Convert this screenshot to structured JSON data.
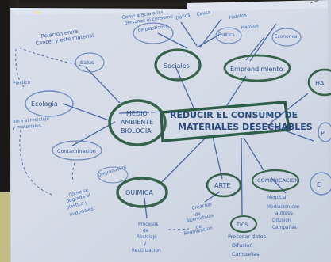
{
  "center": {
    "line1": "REDUCIR EL CONSUMO DE",
    "line2": "MATERIALES DESECHABLES"
  },
  "main_nodes": {
    "sociales": "Sociales",
    "emprendimiento": "Emprendimiento",
    "medio1": "MEDIO",
    "medio2": "AMBIENTE",
    "medio3": "BIOLOGIA",
    "quimica": "QUIMICA",
    "arte": "ARTE",
    "comunicacion": "COMUNICACION",
    "tics": "TICS"
  },
  "notes": {
    "top1": "Como afecta a las",
    "top2": "personas el consumo",
    "top3": "de plasticos?",
    "top4": "Daños",
    "top5": "Causa",
    "politica": "Politica",
    "economia": "Economia",
    "hab1": "Habitos",
    "hab2": "Habitos",
    "relacion1": "Relacion entre",
    "relacion2": "Cancer y este material",
    "salud": "Salud",
    "ecologia": "Ecologia",
    "left1": "Plastico",
    "left2": "para el reciclaje",
    "left3": "y materiales",
    "contaminacion": "Contaminacion",
    "que_es1": "Como se",
    "que_es2": "degrada el",
    "que_es3": "plastico y",
    "que_es4": "materiales?",
    "degradacion": "Degradacion",
    "procesos1": "Procesos",
    "procesos2": "de",
    "procesos3": "Reciclaje",
    "procesos4": "y",
    "procesos5": "Reutilizacion",
    "creacion1": "Creacion",
    "creacion2": "de",
    "creacion3": "Alternativas",
    "creacion4": "de",
    "creacion5": "Reutilizacion",
    "negociar": "Negociar",
    "mediacion1": "Mediacion con",
    "mediacion2": "autores",
    "difusion": "Difusion",
    "campanas": "Campañas",
    "procesar1": "Procesar datos",
    "procesar2": "Difusion",
    "procesar3": "Campañas",
    "right_edge_1": "HA",
    "right_edge_2": "P",
    "right_edge_3": "E"
  }
}
